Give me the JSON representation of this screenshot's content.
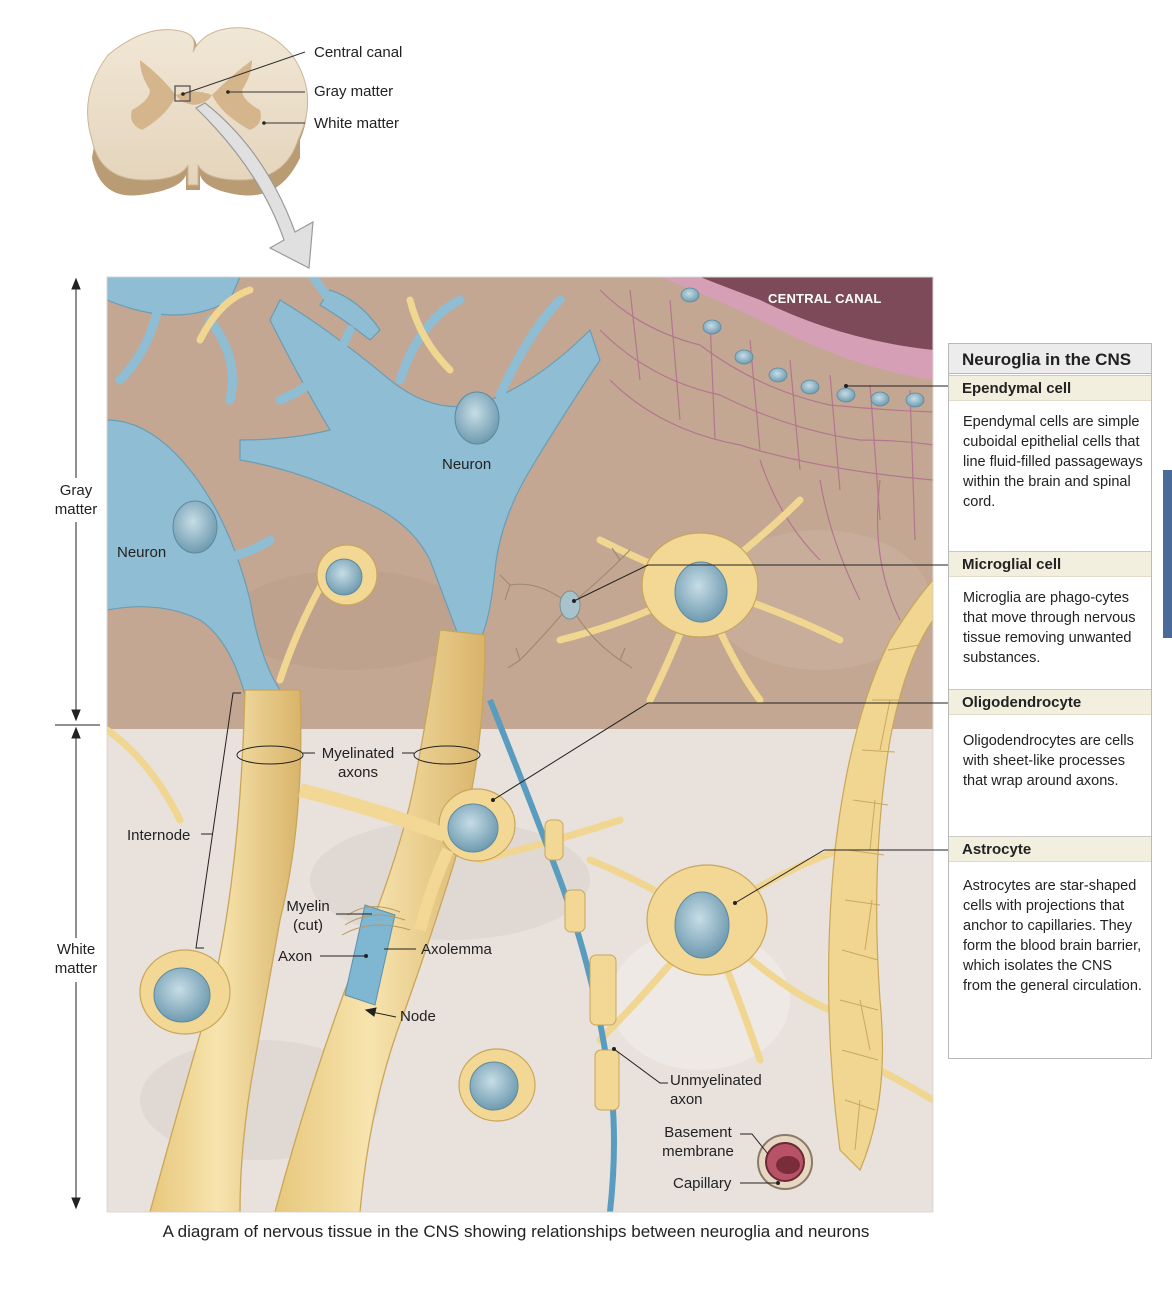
{
  "labels": {
    "central_canal": "Central canal",
    "gray_matter": "Gray matter",
    "white_matter": "White matter",
    "canal_banner": "CENTRAL CANAL",
    "neuron": "Neuron",
    "myelinated_axons_1": "Myelinated",
    "myelinated_axons_2": "axons",
    "internode": "Internode",
    "myelin_cut_1": "Myelin",
    "myelin_cut_2": "(cut)",
    "axon": "Axon",
    "axolemma": "Axolemma",
    "node": "Node",
    "unmyelinated_1": "Unmyelinated",
    "unmyelinated_2": "axon",
    "basement_1": "Basement",
    "basement_2": "membrane",
    "capillary": "Capillary",
    "side_gray_1": "Gray",
    "side_gray_2": "matter",
    "side_white_1": "White",
    "side_white_2": "matter"
  },
  "sidebar": {
    "title": "Neuroglia in the CNS",
    "sections": [
      {
        "title": "Ependymal cell",
        "text": "Ependymal cells are simple cuboidal epithelial cells that line fluid-filled passageways within the brain and spinal cord."
      },
      {
        "title": "Microglial cell",
        "text": "Microglia are phago-cytes that move through nervous tissue removing unwanted substances."
      },
      {
        "title": "Oligodendrocyte",
        "text": "Oligodendrocytes are cells with sheet-like processes that wrap around axons."
      },
      {
        "title": "Astrocyte",
        "text": "Astrocytes are star-shaped cells with projections that anchor to capillaries. They form the blood brain barrier, which isolates the CNS from the general circulation."
      }
    ]
  },
  "caption": "A diagram of nervous tissue in the CNS showing relationships between neuroglia and neurons",
  "colors": {
    "glia": "#f2d894",
    "glia_edge": "#c9a65a",
    "neuron": "#8fc0d8",
    "gray_bg": "#c4a690",
    "white_bg": "#e9e2dc",
    "nucleus": "#7fa9bc",
    "ependymal": "#b96f93"
  }
}
